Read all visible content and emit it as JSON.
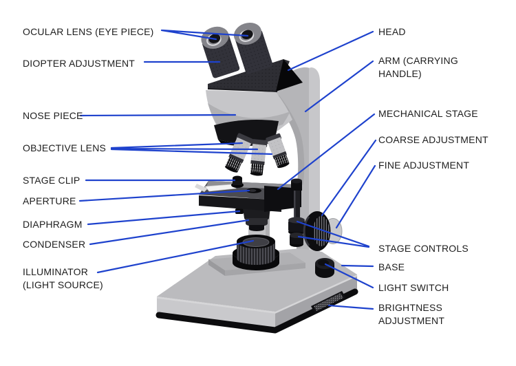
{
  "diagram": {
    "subject": "Compound microscope parts diagram",
    "colors": {
      "background": "#ffffff",
      "leader_line": "#1e42cd",
      "label_text": "#1d1d1d",
      "metal_light": "#c6c6c9",
      "metal_mid": "#b5b5b8",
      "metal_dark": "#2e2e34",
      "black_parts": "#0d0d0f"
    }
  },
  "labels": {
    "left": [
      {
        "id": "ocular-lens",
        "text": "OCULAR LENS (EYE PIECE)"
      },
      {
        "id": "diopter-adjustment",
        "text": "DIOPTER ADJUSTMENT"
      },
      {
        "id": "nose-piece",
        "text": "NOSE PIECE"
      },
      {
        "id": "objective-lens",
        "text": "OBJECTIVE LENS"
      },
      {
        "id": "stage-clip",
        "text": "STAGE CLIP"
      },
      {
        "id": "aperture",
        "text": "APERTURE"
      },
      {
        "id": "diaphragm",
        "text": "DIAPHRAGM"
      },
      {
        "id": "condenser",
        "text": "CONDENSER"
      },
      {
        "id": "illuminator",
        "text": "ILLUMINATOR (LIGHT SOURCE)"
      }
    ],
    "right": [
      {
        "id": "head",
        "text": "HEAD"
      },
      {
        "id": "arm",
        "text": "ARM (CARRYING HANDLE)"
      },
      {
        "id": "mechanical-stage",
        "text": "MECHANICAL STAGE"
      },
      {
        "id": "coarse-adjustment",
        "text": "COARSE ADJUSTMENT"
      },
      {
        "id": "fine-adjustment",
        "text": "FINE ADJUSTMENT"
      },
      {
        "id": "stage-controls",
        "text": "STAGE CONTROLS"
      },
      {
        "id": "base",
        "text": "BASE"
      },
      {
        "id": "light-switch",
        "text": "LIGHT SWITCH"
      },
      {
        "id": "brightness-adjustment",
        "text": "BRIGHTNESS ADJUSTMENT"
      }
    ]
  }
}
